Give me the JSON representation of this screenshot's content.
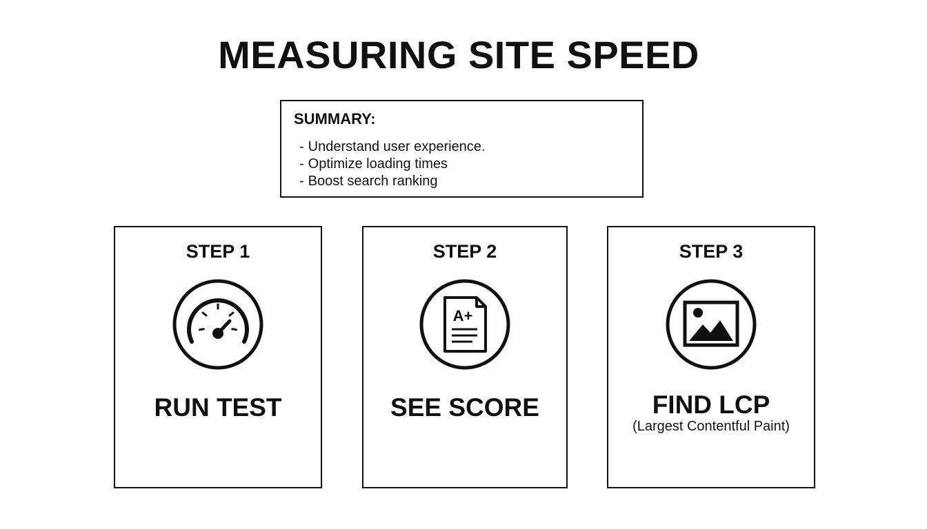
{
  "title": "MEASURING SITE SPEED",
  "summary": {
    "heading": "SUMMARY:",
    "items": [
      "Understand user experience.",
      "Optimize loading times",
      "Boost search ranking"
    ]
  },
  "steps": [
    {
      "label": "STEP 1",
      "action": "RUN TEST",
      "subtitle": "",
      "icon": "speedometer-icon"
    },
    {
      "label": "STEP 2",
      "action": "SEE SCORE",
      "subtitle": "",
      "icon": "grade-document-icon",
      "icon_text": "A+"
    },
    {
      "label": "STEP 3",
      "action": "FIND LCP",
      "subtitle": "(Largest Contentful Paint)",
      "icon": "image-icon"
    }
  ]
}
